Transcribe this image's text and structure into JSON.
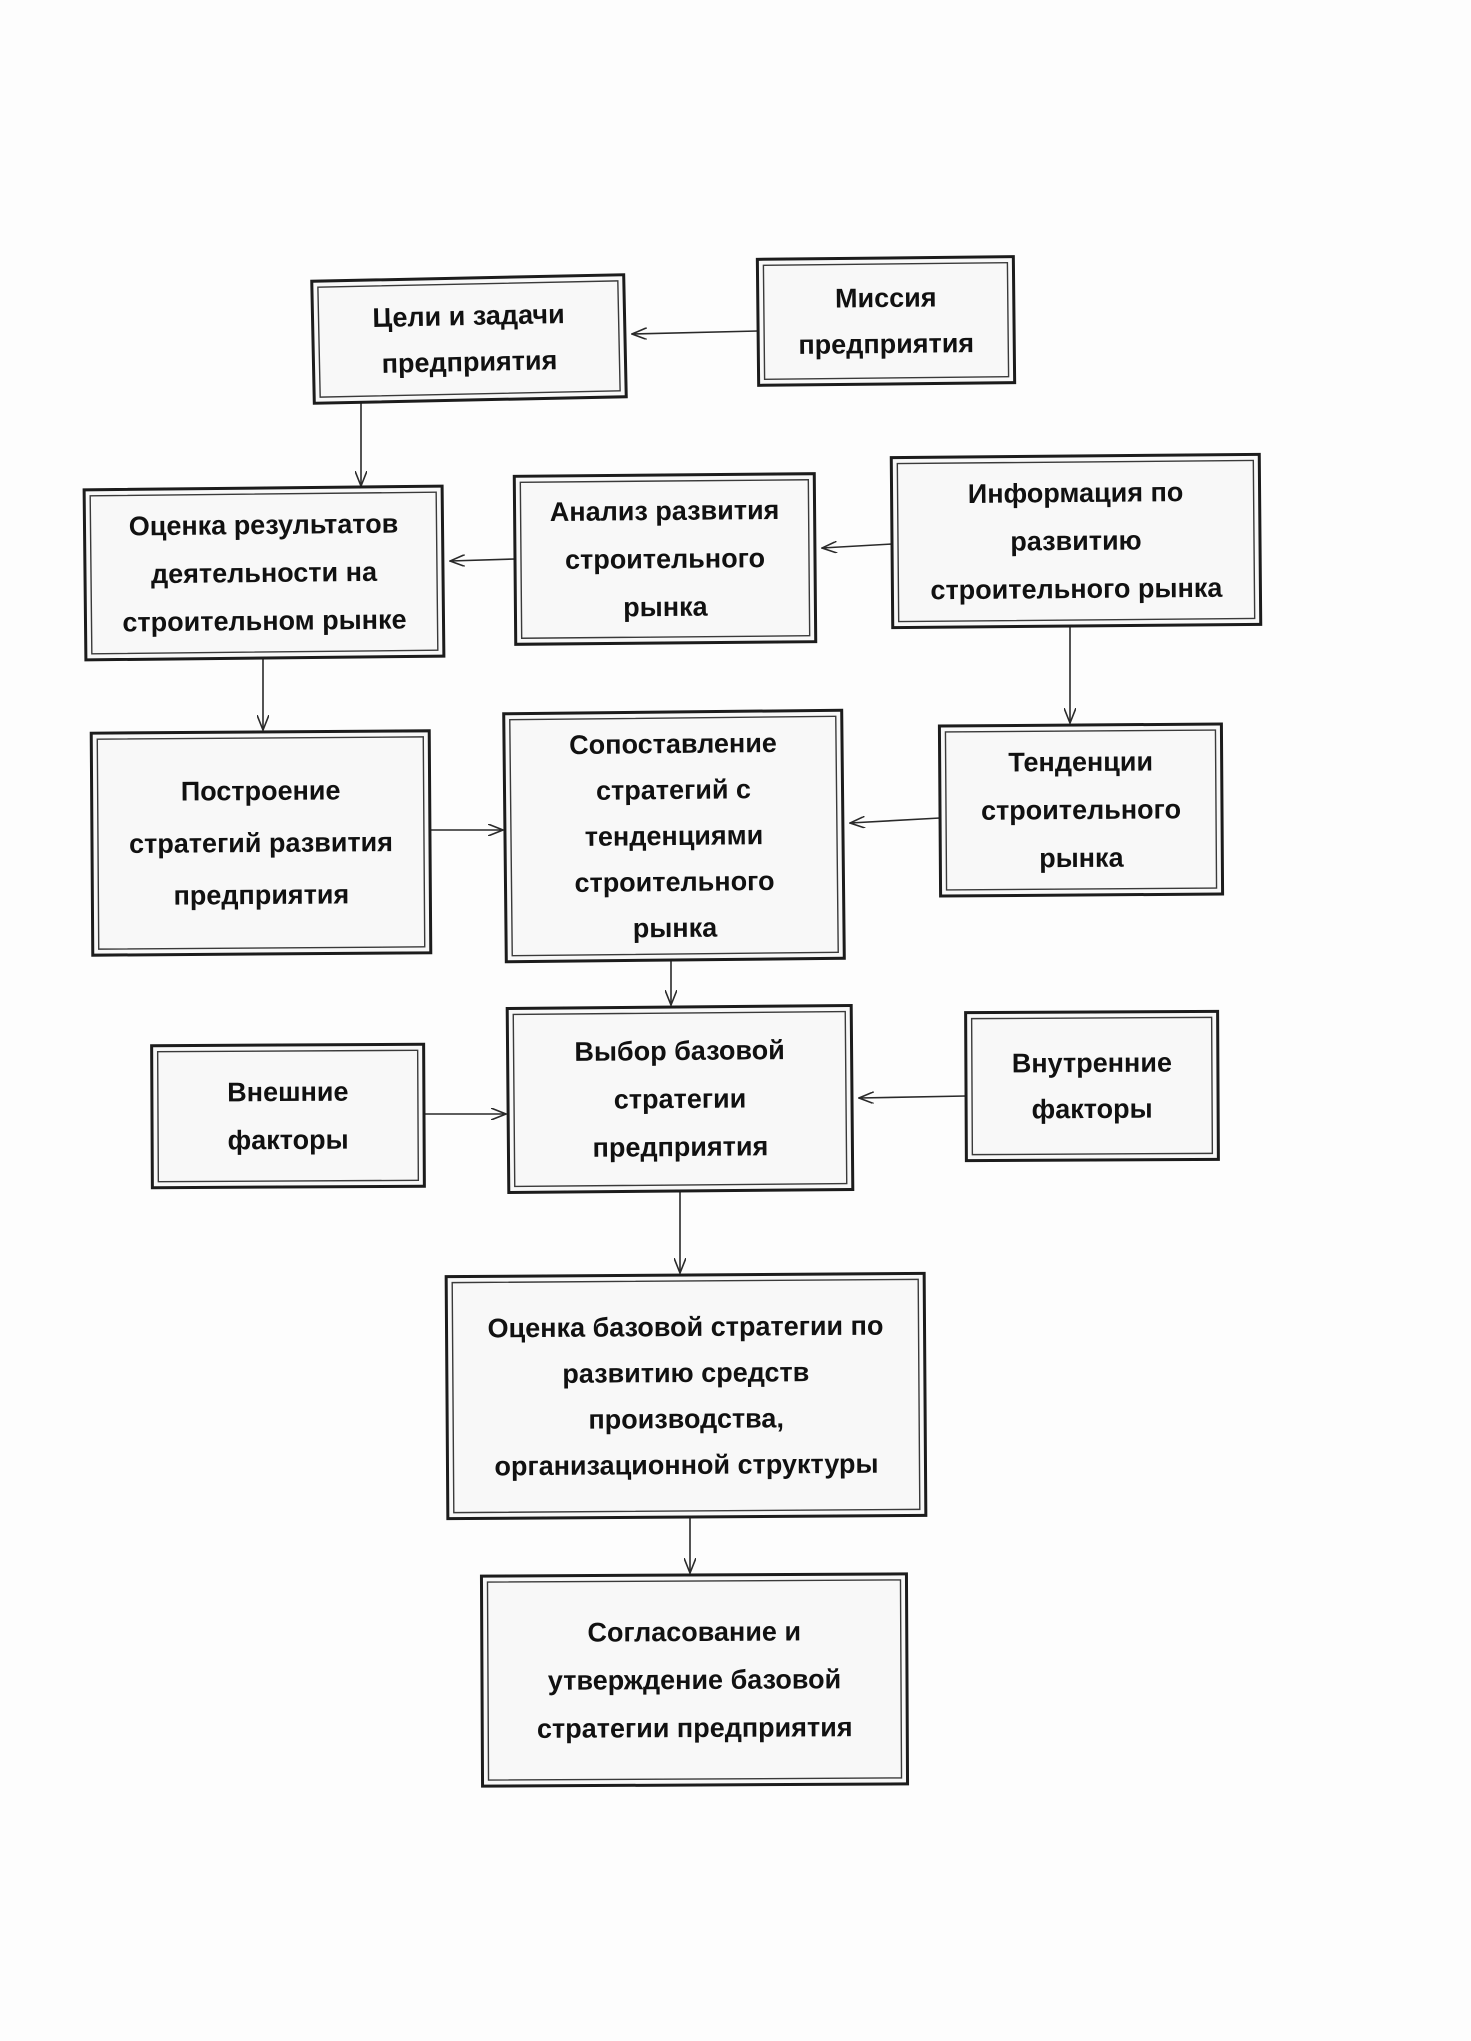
{
  "nodes": [
    {
      "id": "goals",
      "lines": [
        "Цели и задачи",
        "предприятия"
      ]
    },
    {
      "id": "mission",
      "lines": [
        "Миссия",
        "предприятия"
      ]
    },
    {
      "id": "assessment",
      "lines": [
        "Оценка результатов",
        "деятельности на",
        "строительном рынке"
      ]
    },
    {
      "id": "analysis",
      "lines": [
        "Анализ развития",
        "строительного",
        "рынка"
      ]
    },
    {
      "id": "information",
      "lines": [
        "Информация по",
        "развитию",
        "строительного рынка"
      ]
    },
    {
      "id": "strategy-building",
      "lines": [
        "Построение",
        "стратегий развития",
        "предприятия"
      ]
    },
    {
      "id": "comparison",
      "lines": [
        "Сопоставление",
        "стратегий с",
        "тенденциями",
        "строительного",
        "рынка"
      ]
    },
    {
      "id": "trends",
      "lines": [
        "Тенденции",
        "строительного",
        "рынка"
      ]
    },
    {
      "id": "external",
      "lines": [
        "Внешние",
        "факторы"
      ]
    },
    {
      "id": "choice",
      "lines": [
        "Выбор базовой",
        "стратегии",
        "предприятия"
      ]
    },
    {
      "id": "internal",
      "lines": [
        "Внутренние",
        "факторы"
      ]
    },
    {
      "id": "base-evaluation",
      "lines": [
        "Оценка базовой стратегии по",
        "развитию средств",
        "производства,",
        "организационной структуры"
      ]
    },
    {
      "id": "approval",
      "lines": [
        "Согласование и",
        "утверждение базовой",
        "стратегии предприятия"
      ]
    }
  ],
  "edges": [
    {
      "from": "mission",
      "to": "goals"
    },
    {
      "from": "goals",
      "to": "assessment"
    },
    {
      "from": "analysis",
      "to": "assessment"
    },
    {
      "from": "information",
      "to": "analysis"
    },
    {
      "from": "information",
      "to": "trends"
    },
    {
      "from": "assessment",
      "to": "strategy-building"
    },
    {
      "from": "strategy-building",
      "to": "comparison"
    },
    {
      "from": "trends",
      "to": "comparison"
    },
    {
      "from": "comparison",
      "to": "choice"
    },
    {
      "from": "external",
      "to": "choice"
    },
    {
      "from": "internal",
      "to": "choice"
    },
    {
      "from": "choice",
      "to": "base-evaluation"
    },
    {
      "from": "base-evaluation",
      "to": "approval"
    }
  ]
}
